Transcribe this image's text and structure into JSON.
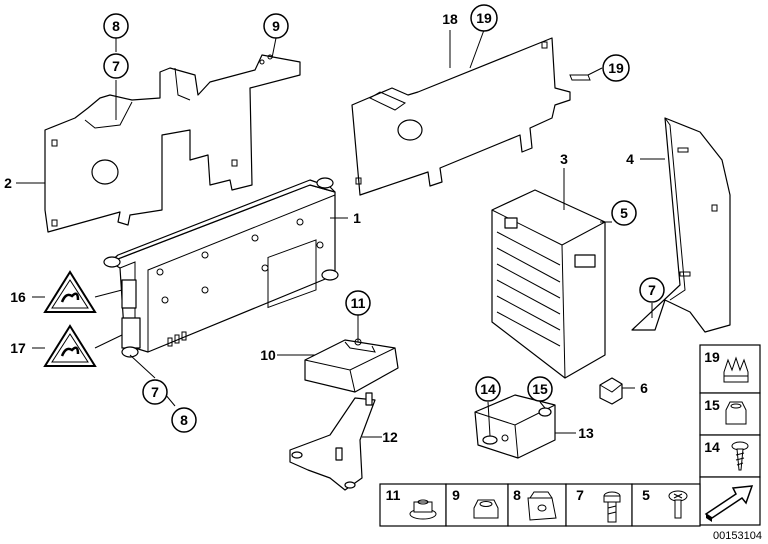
{
  "diagram_code": "00153104",
  "callouts": {
    "c1": "1",
    "c2": "2",
    "c3": "3",
    "c4": "4",
    "c5": "5",
    "c6": "6",
    "c7_top": "7",
    "c8_top": "8",
    "c9_top": "9",
    "c10": "10",
    "c11": "11",
    "c12": "12",
    "c13": "13",
    "c14": "14",
    "c15": "15",
    "c16": "16",
    "c17": "17",
    "c18": "18",
    "c19_a": "19",
    "c19_b": "19",
    "c7_right": "7",
    "c7_bottom": "7",
    "c8_bottom": "8"
  },
  "legend_right": [
    {
      "number": "19",
      "icon": "serrated-nut-icon"
    },
    {
      "number": "15",
      "icon": "hex-nut-icon"
    },
    {
      "number": "14",
      "icon": "screw-icon"
    },
    {
      "number": "",
      "icon": "direction-arrow-icon"
    }
  ],
  "legend_bottom": [
    {
      "number": "11",
      "icon": "collar-nut-icon"
    },
    {
      "number": "9",
      "icon": "hex-nut-icon"
    },
    {
      "number": "8",
      "icon": "clip-nut-icon"
    },
    {
      "number": "7",
      "icon": "bolt-icon"
    },
    {
      "number": "5",
      "icon": "torx-screw-icon"
    }
  ]
}
